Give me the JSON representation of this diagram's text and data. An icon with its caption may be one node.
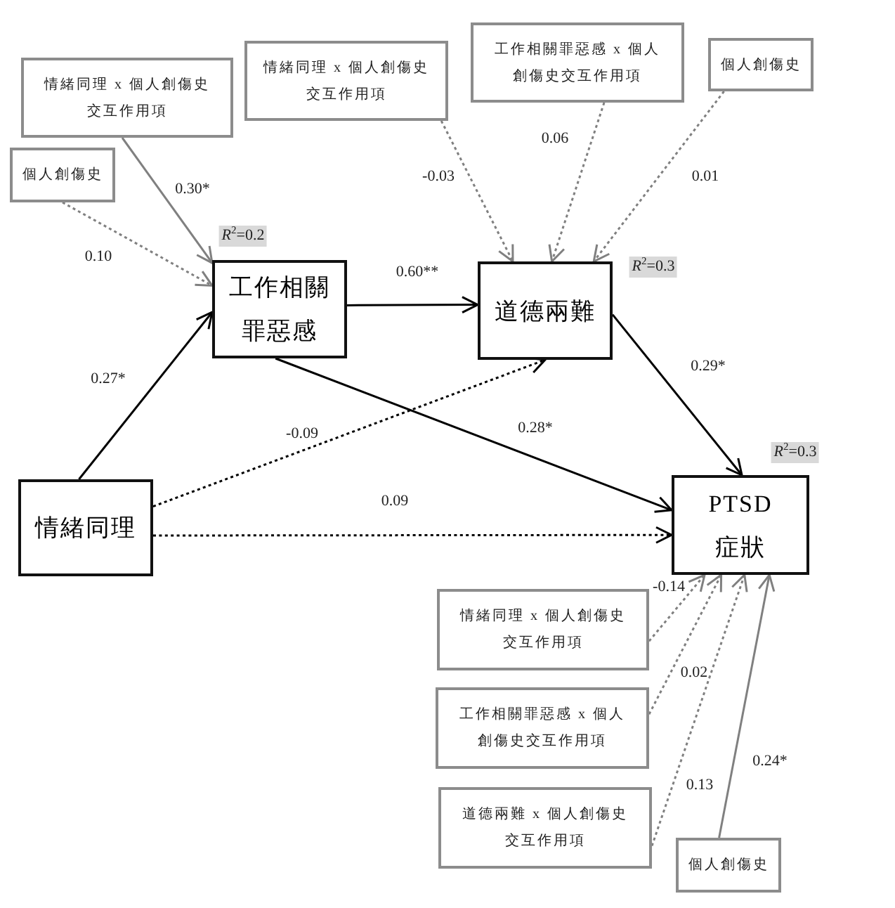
{
  "diagram": {
    "nodes": [
      {
        "text": [
          "情緒同理 x 個人創傷史交互作用項"
        ]
      },
      {
        "text": [
          "個人創傷史"
        ]
      },
      {
        "text": [
          "情緒同理 x 個人創傷史交互作用項"
        ]
      },
      {
        "text": [
          "工作相關罪惡感 x 個人創傷史交互作用項"
        ]
      },
      {
        "text": [
          "個人創傷史"
        ]
      },
      {
        "text": [
          "工作相關罪惡感"
        ],
        "beside": [
          "*R*$^{2}$=0.2"
        ]
      },
      {
        "text": [
          "道德兩難"
        ],
        "beside": [
          "*R*$^{2}$=0.3"
        ]
      },
      {
        "text": [
          "情緒同理"
        ]
      },
      {
        "text": [
          "PTSD 症狀"
        ],
        "beside": [
          "*R*$^{2}$=0.3"
        ]
      },
      {
        "text": [
          "情緒同理 x 個人創傷史交互作用項"
        ]
      },
      {
        "text": [
          "工作相關罪惡感 x 個人創傷史交互作用項"
        ]
      },
      {
        "text": [
          "道德兩難 x 個人創傷史交互作用項"
        ]
      },
      {
        "text": [
          "個人創傷史"
        ]
      }
    ],
    "edges": [
      {
        "from": 0,
        "to": 5,
        "arrow": "to",
        "label": "0.30*"
      },
      {
        "from": 1,
        "to": 5,
        "arrow": "to",
        "label": "0.10",
        "style": "dashed"
      },
      {
        "from": 2,
        "to": 6,
        "arrow": "to",
        "label": "-0.03",
        "style": "dashed"
      },
      {
        "from": 3,
        "to": 6,
        "arrow": "to",
        "label": "0.06",
        "style": "dashed"
      },
      {
        "from": 4,
        "to": 6,
        "arrow": "to",
        "label": "0.01",
        "style": "dashed"
      },
      {
        "from": 7,
        "to": 5,
        "arrow": "to",
        "label": "0.27*",
        "color": "#000000"
      },
      {
        "from": 5,
        "to": 6,
        "arrow": "to",
        "label": "0.60**",
        "color": "#000000"
      },
      {
        "from": 6,
        "to": 8,
        "arrow": "to",
        "label": "0.29*",
        "color": "#000000"
      },
      {
        "from": 5,
        "to": 8,
        "arrow": "to",
        "label": "0.28*",
        "color": "#000000"
      },
      {
        "from": 7,
        "to": 6,
        "arrow": "to",
        "label": "-0.09",
        "style": "dashed",
        "color": "#000000"
      },
      {
        "from": 7,
        "to": 8,
        "arrow": "to",
        "label": "0.09",
        "style": "dashed",
        "color": "#000000"
      },
      {
        "from": 9,
        "to": 8,
        "arrow": "to",
        "label": "-0.14",
        "style": "dashed"
      },
      {
        "from": 10,
        "to": 8,
        "arrow": "to",
        "label": "0.02",
        "style": "dashed"
      },
      {
        "from": 11,
        "to": 8,
        "arrow": "to",
        "label": "0.13",
        "style": "dashed"
      },
      {
        "from": 12,
        "to": 8,
        "arrow": "to",
        "label": "0.24*"
      }
    ]
  }
}
